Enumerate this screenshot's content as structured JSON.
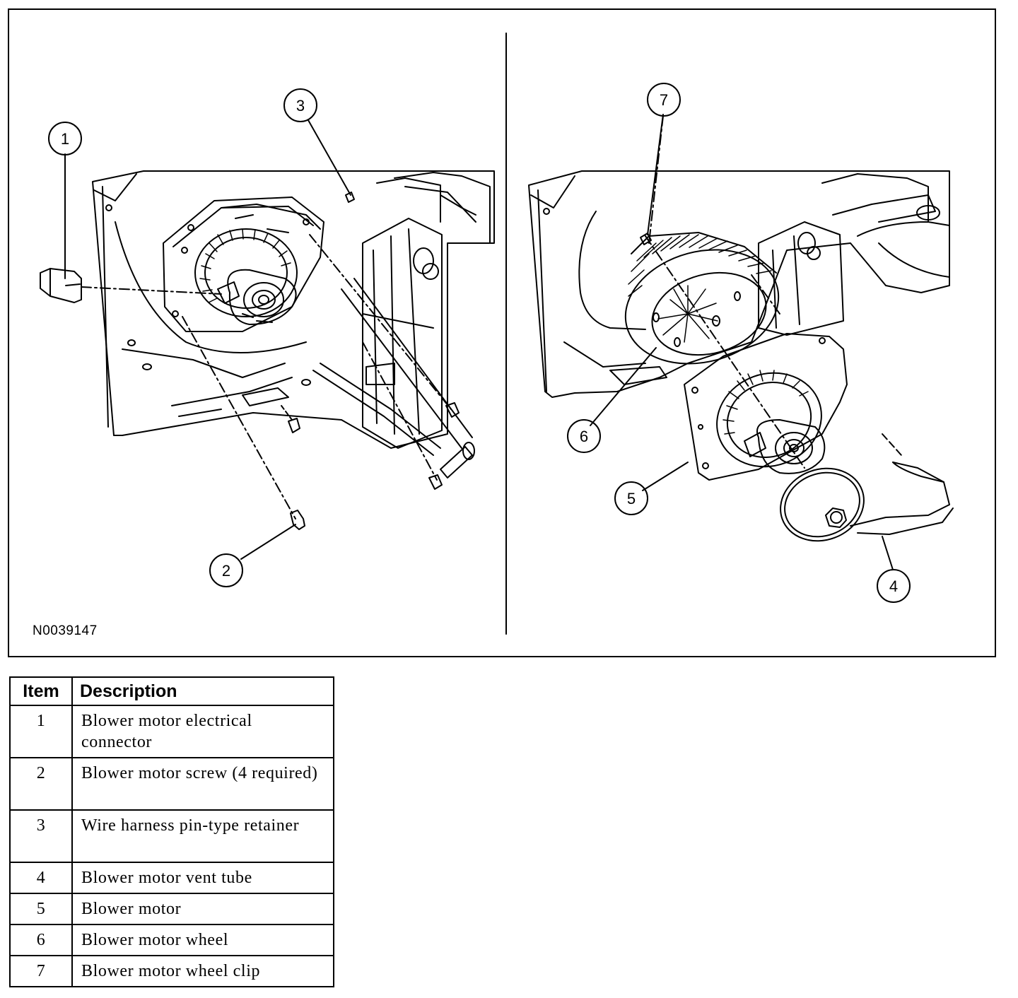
{
  "figure": {
    "reference_id": "N0039147",
    "callouts": [
      "1",
      "2",
      "3",
      "4",
      "5",
      "6",
      "7"
    ]
  },
  "legend": {
    "header_item": "Item",
    "header_description": "Description",
    "rows": [
      {
        "item": "1",
        "description": "Blower motor electrical connector"
      },
      {
        "item": "2",
        "description": "Blower motor screw (4 required)"
      },
      {
        "item": "3",
        "description": "Wire harness pin-type retainer"
      },
      {
        "item": "4",
        "description": "Blower motor vent tube"
      },
      {
        "item": "5",
        "description": "Blower motor"
      },
      {
        "item": "6",
        "description": "Blower motor wheel"
      },
      {
        "item": "7",
        "description": "Blower motor wheel clip"
      }
    ]
  }
}
